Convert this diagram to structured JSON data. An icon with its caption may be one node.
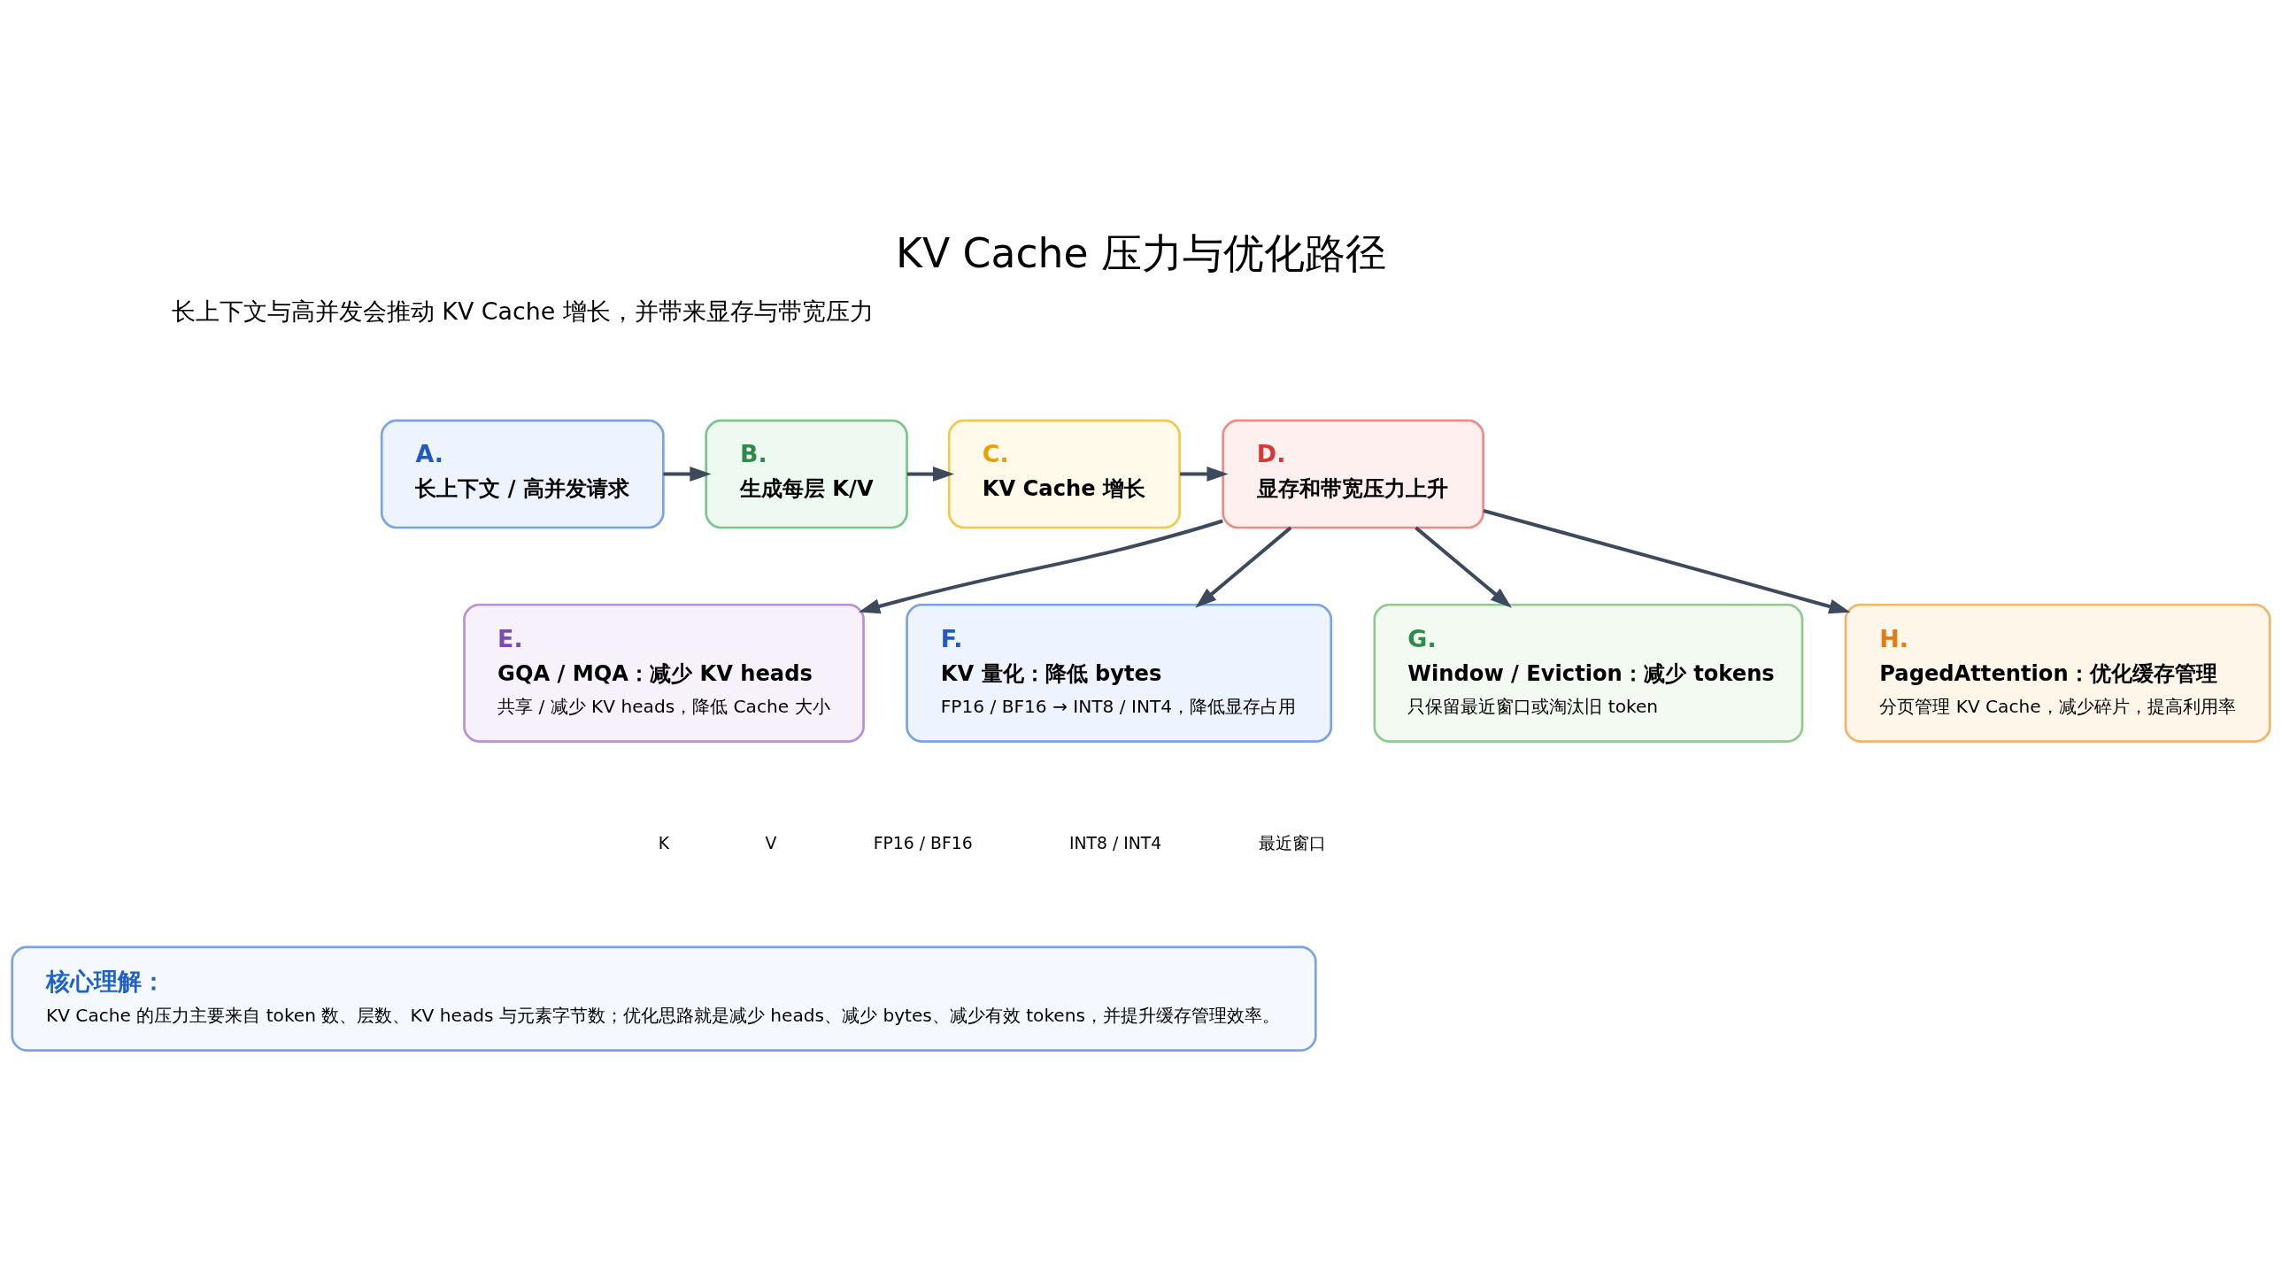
{
  "diagram": {
    "title": "KV Cache 压力与优化路径",
    "nodes": [
      {
        "text": [
          "A.",
          "长上下文 / 高并发请求"
        ]
      },
      {
        "text": [
          "B.",
          "生成每层 K/V"
        ]
      },
      {
        "text": [
          "C.",
          "KV Cache 增长"
        ]
      },
      {
        "text": [
          "D.",
          "显存和带宽压力上升"
        ]
      },
      {
        "text": [
          "E.",
          "GQA / MQA：减少 KV heads",
          "共享 / 减少 KV heads，降低 Cache 大小"
        ]
      },
      {
        "text": [
          "F.",
          "KV 量化：降低 bytes",
          "FP16 / BF16 → INT8 / INT4，降低显存占用"
        ]
      },
      {
        "text": [
          "G.",
          "Window / Eviction：减少 tokens",
          "只保留最近窗口或淘汰旧 token"
        ]
      },
      {
        "text": [
          "H.",
          "PagedAttention：优化缓存管理",
          "分页管理 KV Cache，减少碎片，提高利用率"
        ]
      },
      {
        "text": [
          "核心理解：",
          "KV Cache 的压力主要来自 token 数、层数、KV heads 与元素字节数；优化思路就是减少 heads、减少 bytes、减少有效 tokens，并提升缓存管理效率。"
        ]
      }
    ],
    "edges": [
      {
        "from": 0,
        "to": 1,
        "arrow": "to"
      },
      {
        "from": 1,
        "to": 2,
        "arrow": "to"
      },
      {
        "from": 2,
        "to": 3,
        "arrow": "to"
      },
      {
        "from": 3,
        "to": 4,
        "arrow": "to"
      },
      {
        "from": 3,
        "to": 5,
        "arrow": "to"
      },
      {
        "from": 3,
        "to": 6,
        "arrow": "to"
      },
      {
        "from": 3,
        "to": 7,
        "arrow": "to"
      }
    ],
    "labels": [
      "长上下文与高并发会推动 KV Cache 增长，并带来显存与带宽压力",
      "K",
      "V",
      "FP16 / BF16",
      "INT8 / INT4",
      "最近窗口"
    ]
  }
}
